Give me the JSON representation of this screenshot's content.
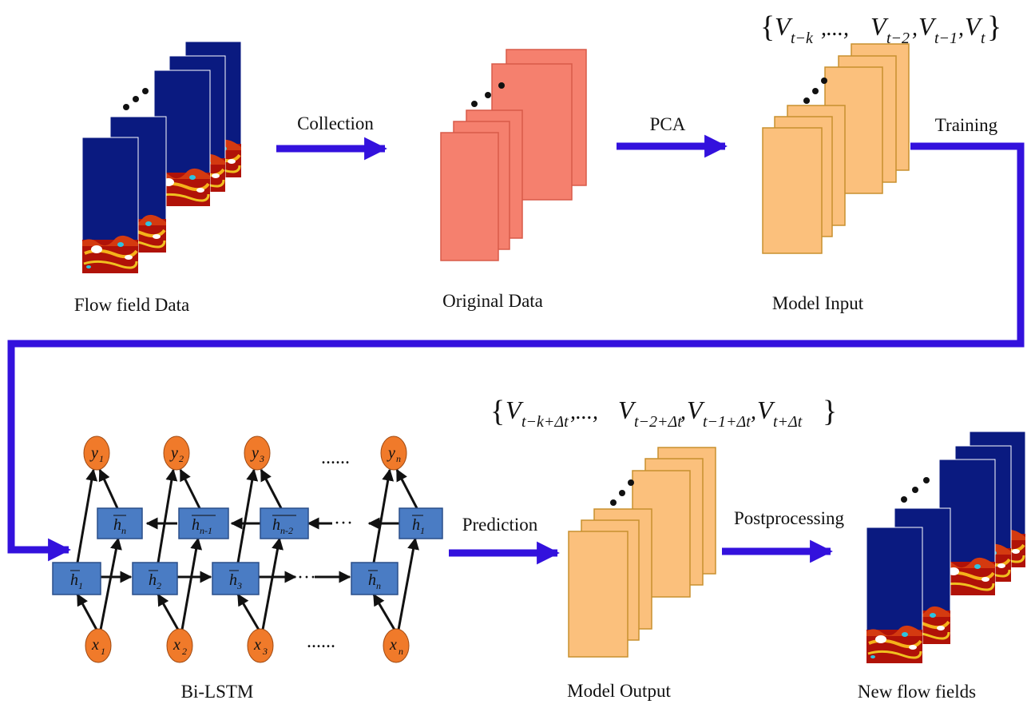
{
  "stages": {
    "flow_field": "Flow field Data",
    "original": "Original Data",
    "model_input": "Model Input",
    "bilstm": "Bi-LSTM",
    "model_output": "Model Output",
    "new_flow": "New flow fields"
  },
  "arrows": {
    "collection": "Collection",
    "pca": "PCA",
    "training": "Training",
    "prediction": "Prediction",
    "postprocessing": "Postprocessing"
  },
  "input_set": {
    "open": "{",
    "v1": "V",
    "s1": "t−k",
    "sep1": ",...,",
    "v2": "V",
    "s2": "t−2",
    "c2": ",",
    "v3": "V",
    "s3": "t−1",
    "c3": ",",
    "v4": "V",
    "s4": "t",
    "close": "}"
  },
  "output_set": {
    "open": "{",
    "v1": "V",
    "s1": "t−k+Δt",
    "sep1": ",...,",
    "v2": "V",
    "s2": "t−2+Δt",
    "c2": ",",
    "v3": "V",
    "s3": "t−1+Δt",
    "c3": ",",
    "v4": "V",
    "s4": "t+Δt",
    "close": "}"
  },
  "lstm": {
    "y": [
      {
        "b": "y",
        "s": "1"
      },
      {
        "b": "y",
        "s": "2"
      },
      {
        "b": "y",
        "s": "3"
      },
      {
        "b": "y",
        "s": "n"
      }
    ],
    "x": [
      {
        "b": "x",
        "s": "1"
      },
      {
        "b": "x",
        "s": "2"
      },
      {
        "b": "x",
        "s": "3"
      },
      {
        "b": "x",
        "s": "n"
      }
    ],
    "fwd": [
      {
        "b": "h",
        "s": "1"
      },
      {
        "b": "h",
        "s": "2"
      },
      {
        "b": "h",
        "s": "3"
      },
      {
        "b": "h",
        "s": "n"
      }
    ],
    "bwd": [
      {
        "b": "h",
        "s": "n"
      },
      {
        "b": "h",
        "s": "n-1"
      },
      {
        "b": "h",
        "s": "n-2"
      },
      {
        "b": "h",
        "s": "1"
      }
    ],
    "ellipsis_top": "......",
    "ellipsis_bottom": "......",
    "ellipsis_fwd": "···",
    "ellipsis_bwd": "···"
  },
  "colors": {
    "arrow": "#3311dd",
    "flow_blue": "#0a1a80",
    "original": "#f5806e",
    "model": "#fbc07c",
    "node_orange": "#f07a2a",
    "node_blue": "#4a7cc4"
  }
}
